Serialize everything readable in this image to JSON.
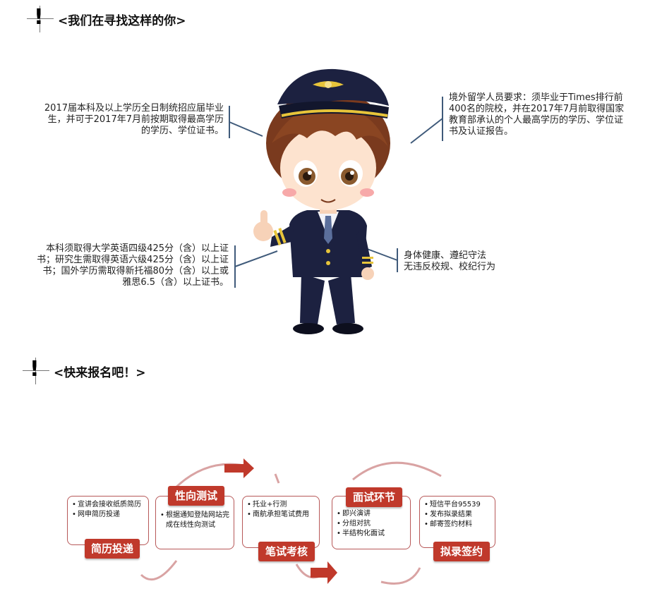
{
  "section1": {
    "heading": "<我们在寻找这样的你>"
  },
  "requirements": {
    "top_left": "2017届本科及以上学历全日制统招应届毕业生，并可于2017年7月前按期取得最高学历的学历、学位证书。",
    "top_right": "境外留学人员要求：须毕业于Times排行前400名的院校，并在2017年7月前取得国家教育部承认的个人最高学历的学历、学位证书及认证报告。",
    "bottom_left": "本科须取得大学英语四级425分（含）以上证书；研究生需取得英语六级425分（含）以上证书；国外学历需取得新托福80分（含）以上或雅思6.5（含）以上证书。",
    "bottom_right_line1": "身体健康、遵纪守法",
    "bottom_right_line2": "无违反校规、校纪行为"
  },
  "section2": {
    "heading": "<快来报名吧！>"
  },
  "process": {
    "steps": [
      {
        "label": "简历投递",
        "items": [
          "宣讲会接收纸质简历",
          "网申简历投递"
        ]
      },
      {
        "label": "性向测试",
        "items": [
          "根据通知登陆网站完成在线性向测试"
        ]
      },
      {
        "label": "笔试考核",
        "items": [
          "托业+行测",
          "南航承担笔试费用"
        ]
      },
      {
        "label": "面试环节",
        "items": [
          "即兴演讲",
          "分组对抗",
          "半结构化面试"
        ]
      },
      {
        "label": "拟录签约",
        "items": [
          "短信平台95539",
          "发布拟录结果",
          "邮寄签约材料"
        ]
      }
    ]
  },
  "colors": {
    "accent": "#c0392b",
    "card_border": "#b75858",
    "line": "#3f5a7a",
    "navy": "#1c2140",
    "gold": "#e7c43a"
  },
  "icons": [
    "exclamation-icon",
    "pilot-illustration",
    "arrow-icon"
  ]
}
